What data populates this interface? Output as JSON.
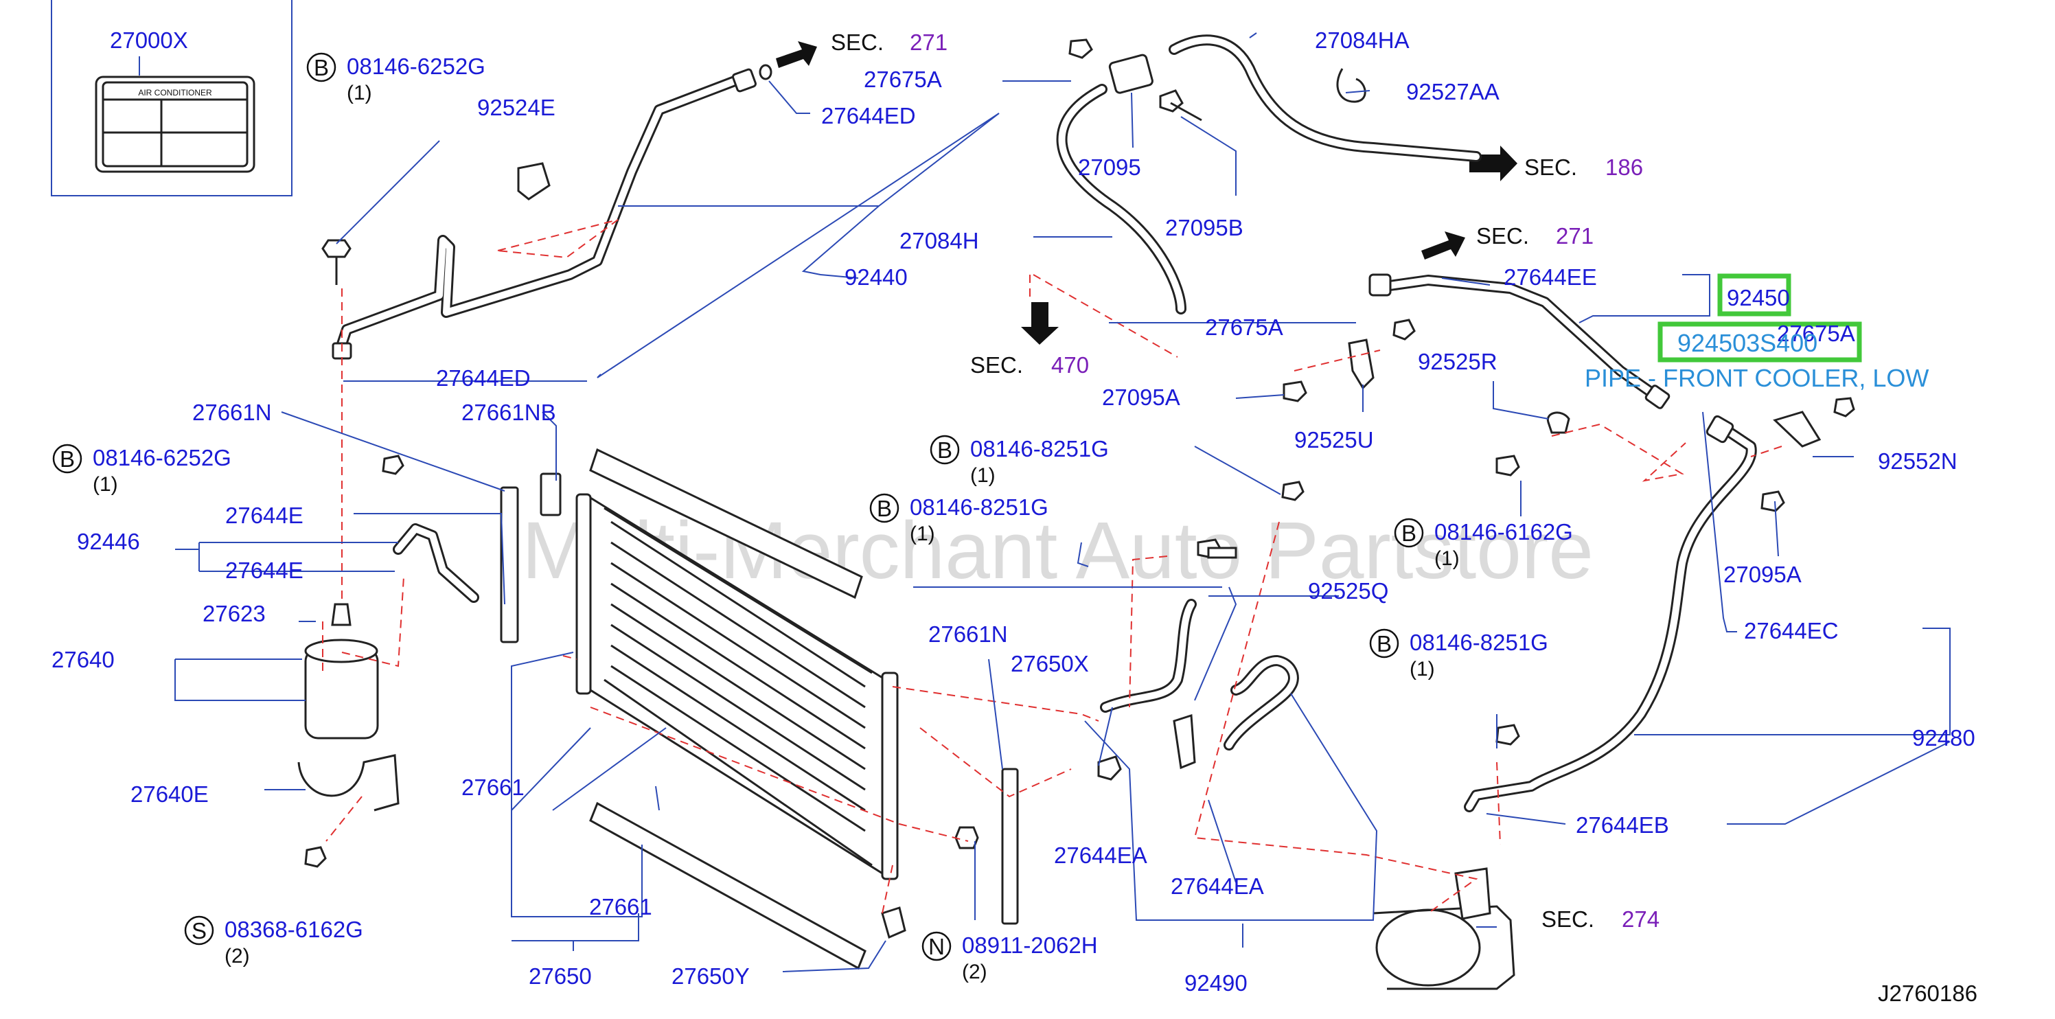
{
  "diagram_code": "J2760186",
  "watermark": "Multi-Merchant Auto Partstore",
  "label_panel": {
    "part": "27000X",
    "caption": "AIR    CONDITIONER"
  },
  "sec_prefix": "SEC.",
  "sec_refs": [
    "271",
    "186",
    "271",
    "470",
    "274"
  ],
  "highlight": {
    "part": "92450",
    "code": "924503S400",
    "description": "PIPE - FRONT COOLER, LOW"
  },
  "callouts": [
    {
      "mark": "B",
      "part": "08146-6252G",
      "qty": "(1)"
    },
    {
      "mark": "B",
      "part": "08146-6252G",
      "qty": "(1)"
    },
    {
      "mark": "B",
      "part": "08146-8251G",
      "qty": "(1)"
    },
    {
      "mark": "B",
      "part": "08146-8251G",
      "qty": "(1)"
    },
    {
      "mark": "B",
      "part": "08146-6162G",
      "qty": "(1)"
    },
    {
      "mark": "B",
      "part": "08146-8251G",
      "qty": "(1)"
    },
    {
      "mark": "S",
      "part": "08368-6162G",
      "qty": "(2)"
    },
    {
      "mark": "N",
      "part": "08911-2062H",
      "qty": "(2)"
    }
  ],
  "part_labels": [
    "92524E",
    "27644ED",
    "27675A",
    "27084HA",
    "92527AA",
    "27095",
    "27095B",
    "27084H",
    "92440",
    "27675A",
    "27095A",
    "27644ED",
    "27644EE",
    "92450",
    "27675A",
    "92525R",
    "92525U",
    "92552N",
    "27661N",
    "27661NB",
    "92446",
    "27644E",
    "27644E",
    "27623",
    "27640",
    "27095A",
    "27644EC",
    "92525Q",
    "27661N",
    "27650X",
    "27661",
    "92480",
    "27640E",
    "27644EA",
    "27644EA",
    "27644EB",
    "27661",
    "27650",
    "27650Y",
    "92490"
  ]
}
